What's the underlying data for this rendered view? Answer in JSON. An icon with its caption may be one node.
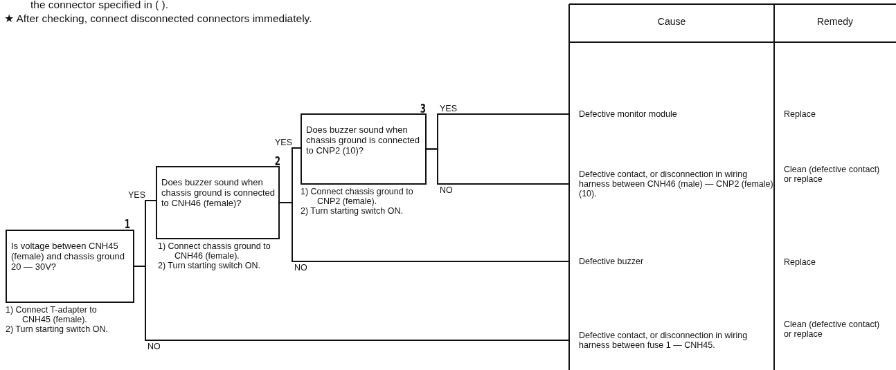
{
  "diagram": {
    "nodes": [
      {
        "text": [
          "Is voltage between CNH45 (female) and chassis ground 20 — 30V?"
        ],
        "beside": [
          "1",
          "1) Connect T-adapter to CNH45 (female).",
          "2) Turn starting switch ON."
        ]
      },
      {
        "text": [
          "Does buzzer sound when chassis ground is connected to CNH46 (female)?"
        ],
        "beside": [
          "2",
          "1) Connect chassis ground to CNH46 (female).",
          "2) Turn starting switch ON."
        ]
      },
      {
        "text": [
          "Does buzzer sound when chassis ground is connected to CNP2 (10)?"
        ],
        "beside": [
          "3",
          "1) Connect chassis ground to CNP2 (female).",
          "2) Turn starting switch ON."
        ]
      },
      {
        "text": [
          "Defective monitor module"
        ]
      },
      {
        "text": [
          "Defective contact, or disconnection in wiring harness between CNH46 (male) — CNP2 (female) (10)."
        ]
      },
      {
        "text": [
          "Defective buzzer"
        ]
      },
      {
        "text": [
          "Defective contact, or disconnection in wiring harness between fuse 1 — CNH45."
        ]
      }
    ],
    "edges": [
      {
        "from": 0,
        "to": 1,
        "arrow": "none",
        "label": "YES"
      },
      {
        "from": 0,
        "to": 6,
        "arrow": "none",
        "label": "NO"
      },
      {
        "from": 1,
        "to": 2,
        "arrow": "none",
        "label": "YES"
      },
      {
        "from": 1,
        "to": 5,
        "arrow": "none",
        "label": "NO"
      },
      {
        "from": 2,
        "to": 3,
        "arrow": "none",
        "label": "YES"
      },
      {
        "from": 2,
        "to": 4,
        "arrow": "none",
        "label": "NO"
      }
    ],
    "labels": [
      "the connector specified in (   ).",
      "★ After checking, connect disconnected connectors immediately.",
      "Cause",
      "Remedy",
      "Replace",
      "Clean (defective contact) or replace",
      "Replace",
      "Clean (defective contact) or replace"
    ]
  }
}
